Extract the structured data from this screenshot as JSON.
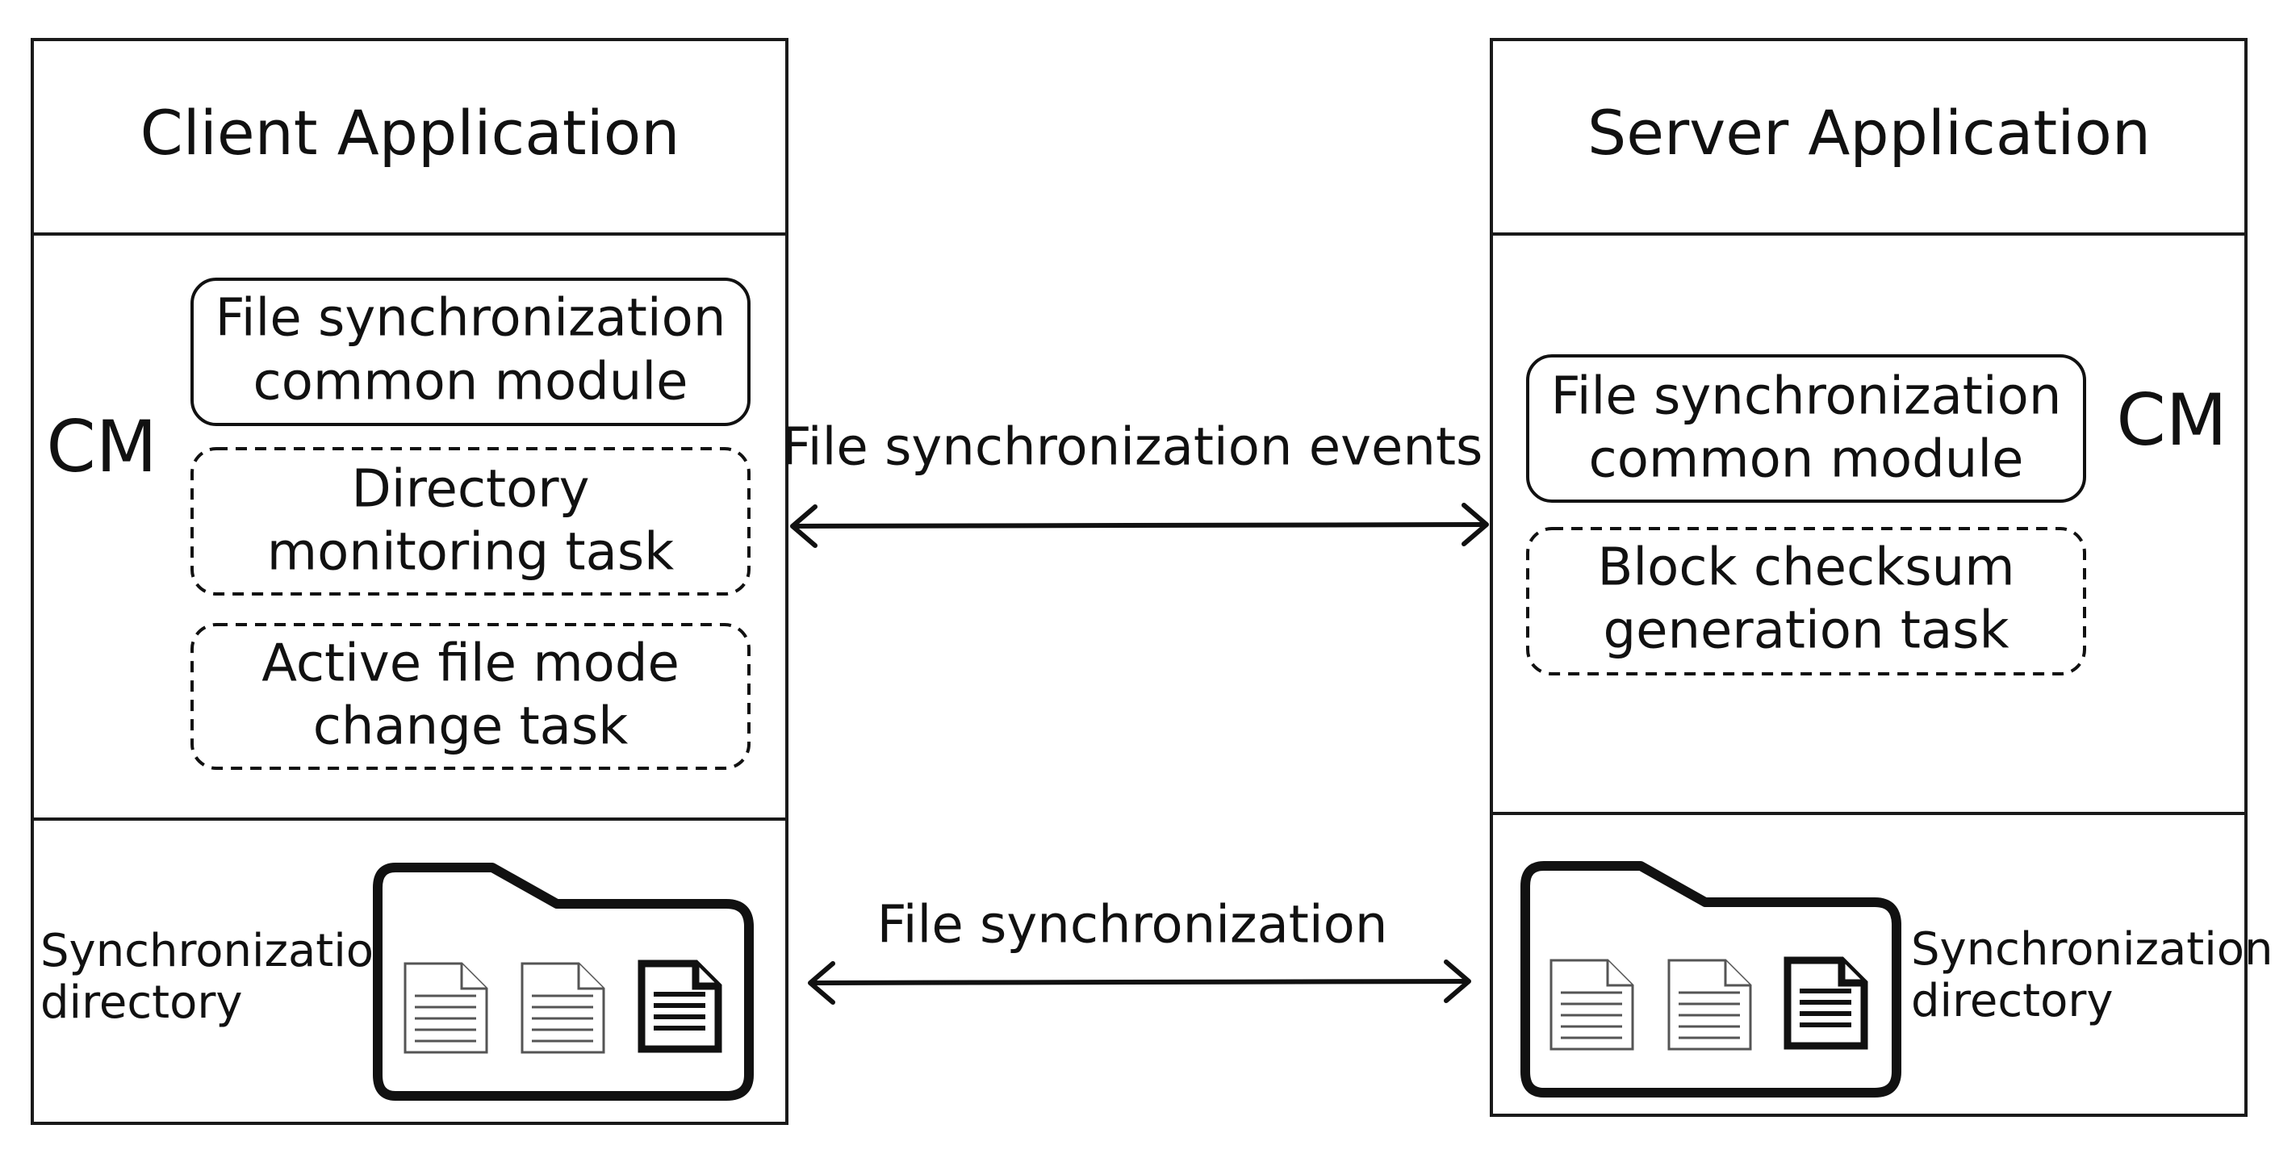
{
  "client": {
    "title": "Client Application",
    "cm_label": "CM",
    "modules": [
      {
        "lines": [
          "File synchronization",
          "common module"
        ],
        "style": "solid"
      },
      {
        "lines": [
          "Directory",
          "monitoring task"
        ],
        "style": "dashed"
      },
      {
        "lines": [
          "Active file mode",
          "change task"
        ],
        "style": "dashed"
      }
    ],
    "sync_dir": {
      "lines": [
        "Synchronization",
        "directory"
      ]
    }
  },
  "server": {
    "title": "Server Application",
    "cm_label": "CM",
    "modules": [
      {
        "lines": [
          "File synchronization",
          "common module"
        ],
        "style": "solid"
      },
      {
        "lines": [
          "Block checksum",
          "generation task"
        ],
        "style": "dashed"
      }
    ],
    "sync_dir": {
      "lines": [
        "Synchronization",
        "directory"
      ]
    }
  },
  "edges": [
    {
      "label": "File synchronization events",
      "direction": "bidirectional"
    },
    {
      "label": "File synchronization",
      "direction": "bidirectional"
    }
  ],
  "colors": {
    "stroke": "#111111",
    "background": "#ffffff"
  }
}
